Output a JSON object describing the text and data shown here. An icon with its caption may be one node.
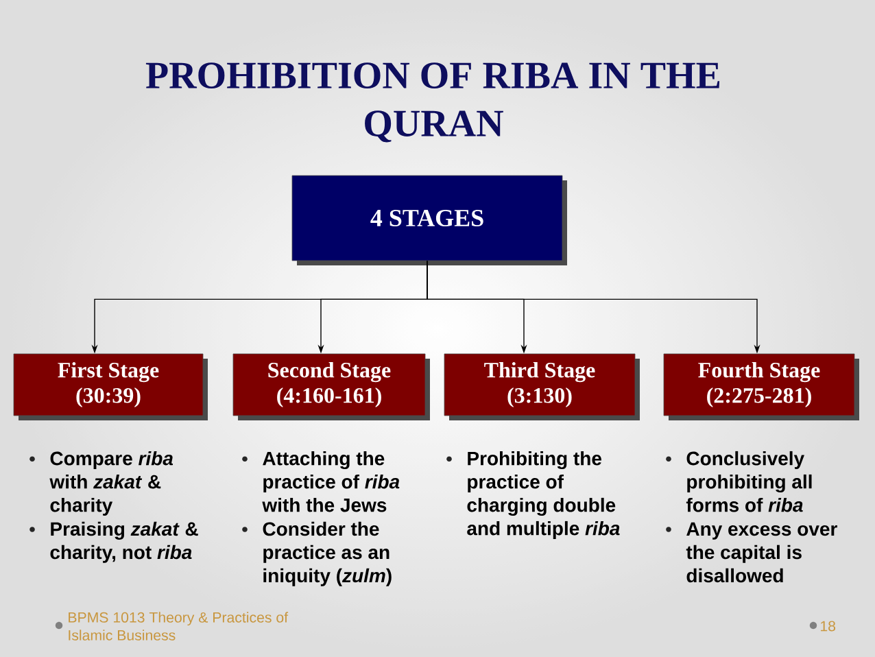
{
  "diagram": {
    "title": "PROHIBITION OF RIBA IN THE QURAN",
    "nodes": [
      {
        "text": [
          "4 STAGES"
        ]
      },
      {
        "text": [
          "First Stage",
          "(30:39)"
        ],
        "beside": [
          "Compare *riba* with *zakat* & charity",
          "Praising *zakat* & charity, not *riba*"
        ]
      },
      {
        "text": [
          "Second Stage",
          "(4:160-161)"
        ],
        "beside": [
          "Attaching the practice of *riba* with the Jews",
          "Consider the practice as an iniquity (*zulm*)"
        ]
      },
      {
        "text": [
          "Third Stage",
          "(3:130)"
        ],
        "beside": [
          "Prohibiting the practice of charging double and multiple *riba*"
        ]
      },
      {
        "text": [
          "Fourth Stage",
          "(2:275-281)"
        ],
        "beside": [
          "Conclusively prohibiting all forms of *riba*",
          "Any excess over the capital is disallowed"
        ]
      }
    ],
    "edges": [
      {
        "from": 0,
        "to": 1,
        "arrow": "to"
      },
      {
        "from": 0,
        "to": 2,
        "arrow": "to"
      },
      {
        "from": 0,
        "to": 3,
        "arrow": "to"
      },
      {
        "from": 0,
        "to": 4,
        "arrow": "to"
      }
    ],
    "labels": [
      "BPMS 1013 Theory & Practices of Islamic Business",
      "18"
    ]
  }
}
